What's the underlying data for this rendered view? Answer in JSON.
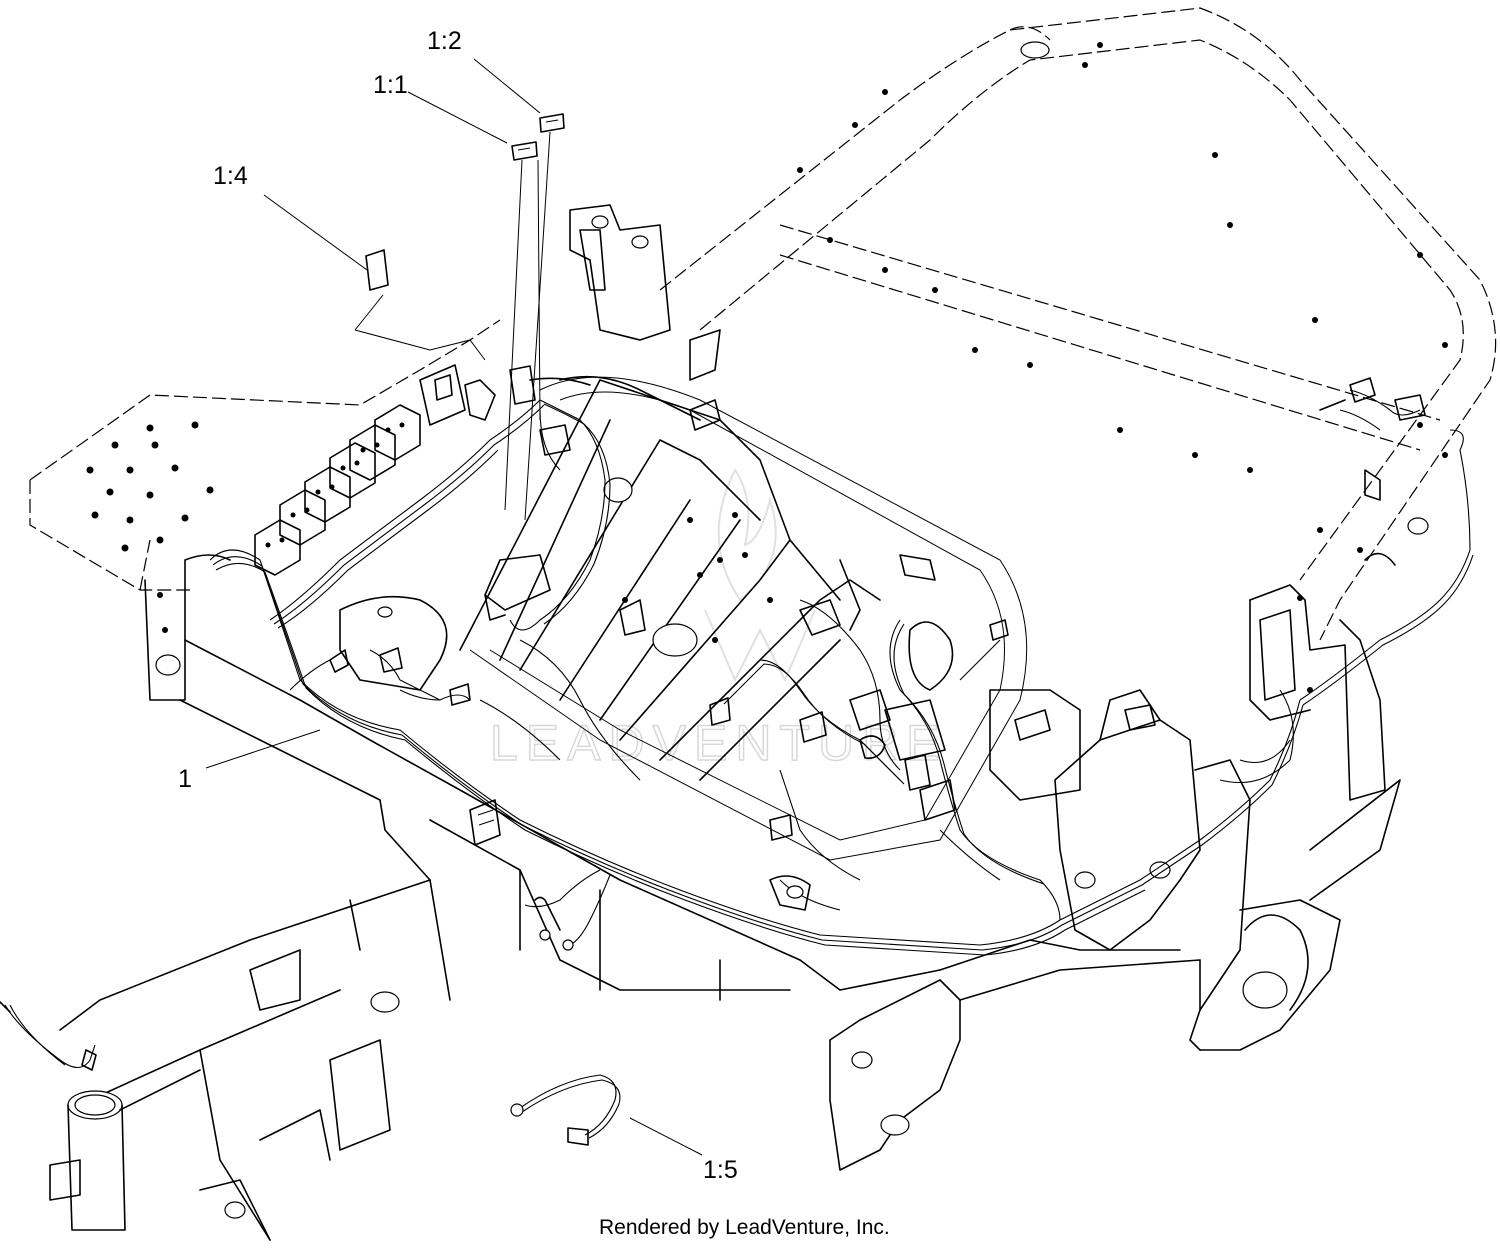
{
  "diagram": {
    "callouts": [
      {
        "id": "main-harness",
        "label": "1"
      },
      {
        "id": "fuse-a",
        "label": "1:1"
      },
      {
        "id": "fuse-b",
        "label": "1:2"
      },
      {
        "id": "decal",
        "label": "1:4"
      },
      {
        "id": "ground-cable",
        "label": "1:5"
      }
    ],
    "watermark": "LEADVENTURE",
    "footer": "Rendered by LeadVenture, Inc."
  }
}
